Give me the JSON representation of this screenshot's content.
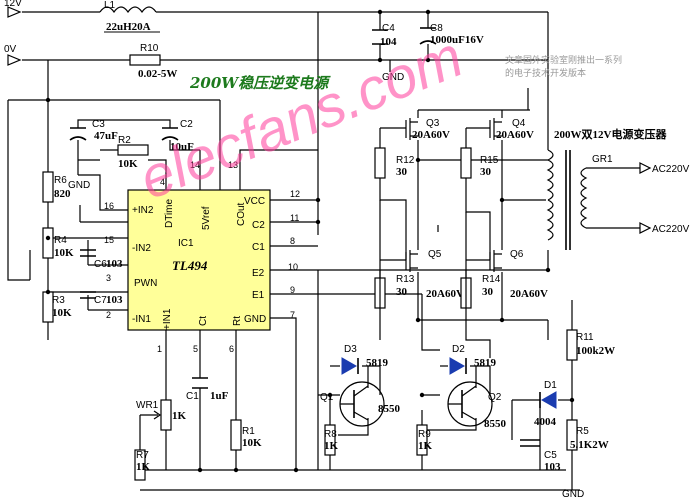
{
  "title": "200W稳压逆变电源",
  "watermark": "elecfans.com",
  "note_line1": "文章国外实验室刚推出一系列",
  "note_line2": "的电子技术开发版本",
  "transformer_label": "200W双12V电源变压器",
  "rails": {
    "v12": "12V",
    "v0": "0V"
  },
  "outputs": {
    "ac1": "AC220V",
    "ac2": "AC220V"
  },
  "components": {
    "L1": {
      "ref": "L1",
      "value": "22uH20A"
    },
    "R10": {
      "ref": "R10",
      "value": "0.02-5W"
    },
    "C4": {
      "ref": "C4",
      "value": "104"
    },
    "C8": {
      "ref": "C8",
      "value": "1000uF16V"
    },
    "C3": {
      "ref": "C3",
      "value": "47uF"
    },
    "C2": {
      "ref": "C2",
      "value": "10uF"
    },
    "R2": {
      "ref": "R2",
      "value": "10K"
    },
    "R6": {
      "ref": "R6",
      "value": "820"
    },
    "R4": {
      "ref": "R4",
      "value": "10K"
    },
    "C6": {
      "ref": "C6",
      "value": "103"
    },
    "C7": {
      "ref": "C7",
      "value": "103"
    },
    "R3": {
      "ref": "R3",
      "value": "10K"
    },
    "IC1": {
      "ref": "IC1",
      "value": "TL494"
    },
    "C1": {
      "ref": "C1",
      "value": "1uF"
    },
    "R1": {
      "ref": "R1",
      "value": "10K"
    },
    "WR1": {
      "ref": "WR1",
      "value": "1K"
    },
    "R7": {
      "ref": "R7",
      "value": "1K"
    },
    "Q3": {
      "ref": "Q3",
      "value": "20A60V"
    },
    "Q4": {
      "ref": "Q4",
      "value": "20A60V"
    },
    "Q5": {
      "ref": "Q5",
      "value": "20A60V"
    },
    "Q6": {
      "ref": "Q6",
      "value": "20A60V"
    },
    "R12": {
      "ref": "R12",
      "value": "30"
    },
    "R15": {
      "ref": "R15",
      "value": "30"
    },
    "R13": {
      "ref": "R13",
      "value": "30"
    },
    "R14": {
      "ref": "R14",
      "value": "30"
    },
    "GR1": {
      "ref": "GR1"
    },
    "D3": {
      "ref": "D3",
      "value": "5819"
    },
    "D2": {
      "ref": "D2",
      "value": "5819"
    },
    "D1": {
      "ref": "D1",
      "value": "4004"
    },
    "Q1": {
      "ref": "Q1",
      "value": "8550"
    },
    "Q2": {
      "ref": "Q2",
      "value": "8550"
    },
    "R8": {
      "ref": "R8",
      "value": "1K"
    },
    "R9": {
      "ref": "R9",
      "value": "1K"
    },
    "R11": {
      "ref": "R11",
      "value": "100k2W"
    },
    "R5": {
      "ref": "R5",
      "value": "5.1K2W"
    },
    "C5": {
      "ref": "C5",
      "value": "103"
    }
  },
  "ic_pins": {
    "dtime": "DTime",
    "vref": "5Vref",
    "cout": "COut",
    "vcc": "VCC",
    "c2": "C2",
    "c1": "C1",
    "e2": "E2",
    "e1": "E1",
    "gnd": "GND",
    "in2p": "+IN2",
    "in2m": "-IN2",
    "pwn": "PWN",
    "in1m": "-IN1",
    "in1p": "+IN1",
    "ct": "Ct",
    "rt": "Rt"
  },
  "pin_numbers": {
    "p1": "1",
    "p2": "2",
    "p3": "3",
    "p4": "4",
    "p5": "5",
    "p6": "6",
    "p7": "7",
    "p8": "8",
    "p9": "9",
    "p10": "10",
    "p11": "11",
    "p12": "12",
    "p13": "13",
    "p14": "14",
    "p15": "15",
    "p16": "16"
  },
  "gnd_label": "GND",
  "colors": {
    "title": "#1d7a1d",
    "watermark": "#ff3a9a",
    "ic_fill": "#ffff99",
    "diode": "#1a3cb0"
  }
}
